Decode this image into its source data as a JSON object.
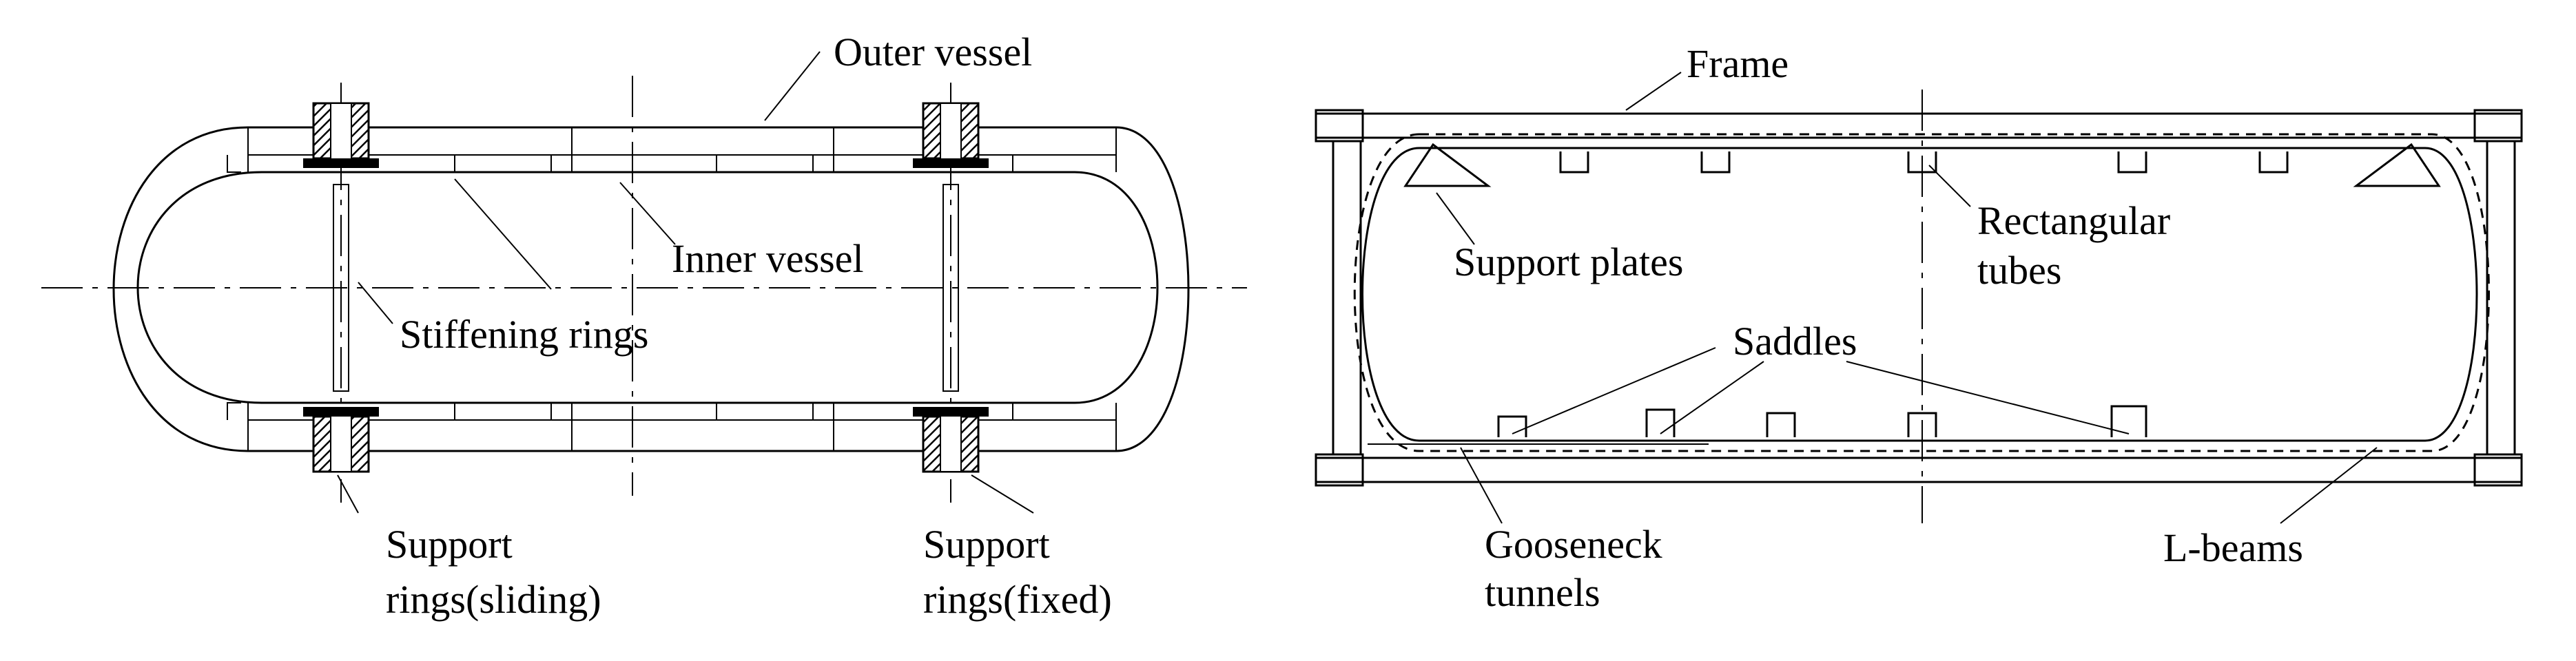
{
  "left_diagram": {
    "labels": {
      "outer_vessel": "Outer vessel",
      "inner_vessel": "Inner vessel",
      "stiffening_rings": "Stiffening rings",
      "support_sliding_1": "Support",
      "support_sliding_2": "rings(sliding)",
      "support_fixed_1": "Support",
      "support_fixed_2": "rings(fixed)"
    }
  },
  "right_diagram": {
    "labels": {
      "frame": "Frame",
      "support_plates": "Support plates",
      "rectangular_tubes_1": "Rectangular",
      "rectangular_tubes_2": "tubes",
      "saddles": "Saddles",
      "gooseneck_tunnels_1": "Gooseneck",
      "gooseneck_tunnels_2": "tunnels",
      "l_beams": "L-beams"
    }
  }
}
